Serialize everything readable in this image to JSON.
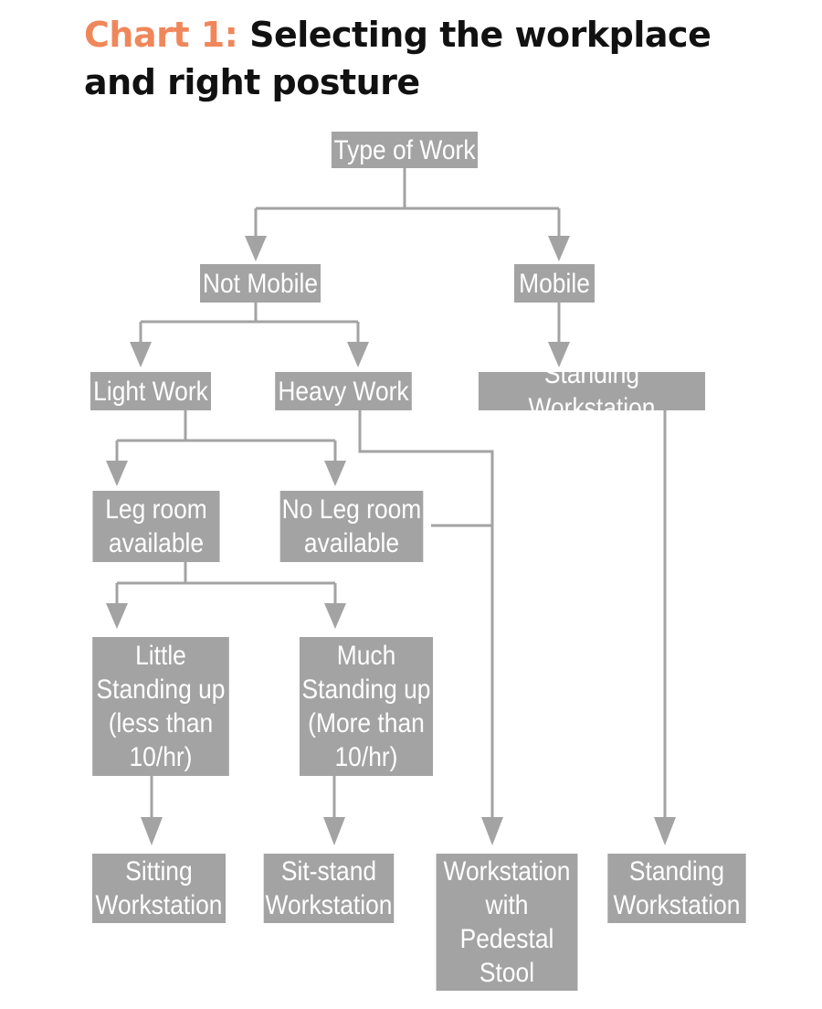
{
  "title": {
    "prefix": "Chart 1:",
    "text": "Selecting the workplace\nand right posture"
  },
  "nodes": {
    "type_of_work": "Type of Work",
    "not_mobile": "Not Mobile",
    "mobile": "Mobile",
    "light_work": "Light Work",
    "heavy_work": "Heavy Work",
    "standing_workstation_top": "Standing Workstation",
    "leg_room_available": "Leg room\navailable",
    "no_leg_room_available": "No Leg room\navailable",
    "little_standing": "Little\nStanding up\n(less than\n10/hr)",
    "much_standing": "Much\nStanding up\n(More than\n10/hr)",
    "sitting_workstation": "Sitting\nWorkstation",
    "sit_stand_workstation": "Sit-stand\nWorkstation",
    "pedestal_stool_workstation": "Workstation\nwith\nPedestal\nStool",
    "standing_workstation_bottom": "Standing\nWorkstation"
  },
  "colors": {
    "title_prefix": "#f0875a",
    "title_text": "#111111",
    "box_fill": "#a3a3a3",
    "box_text": "#ffffff",
    "connector": "#a3a3a3"
  }
}
